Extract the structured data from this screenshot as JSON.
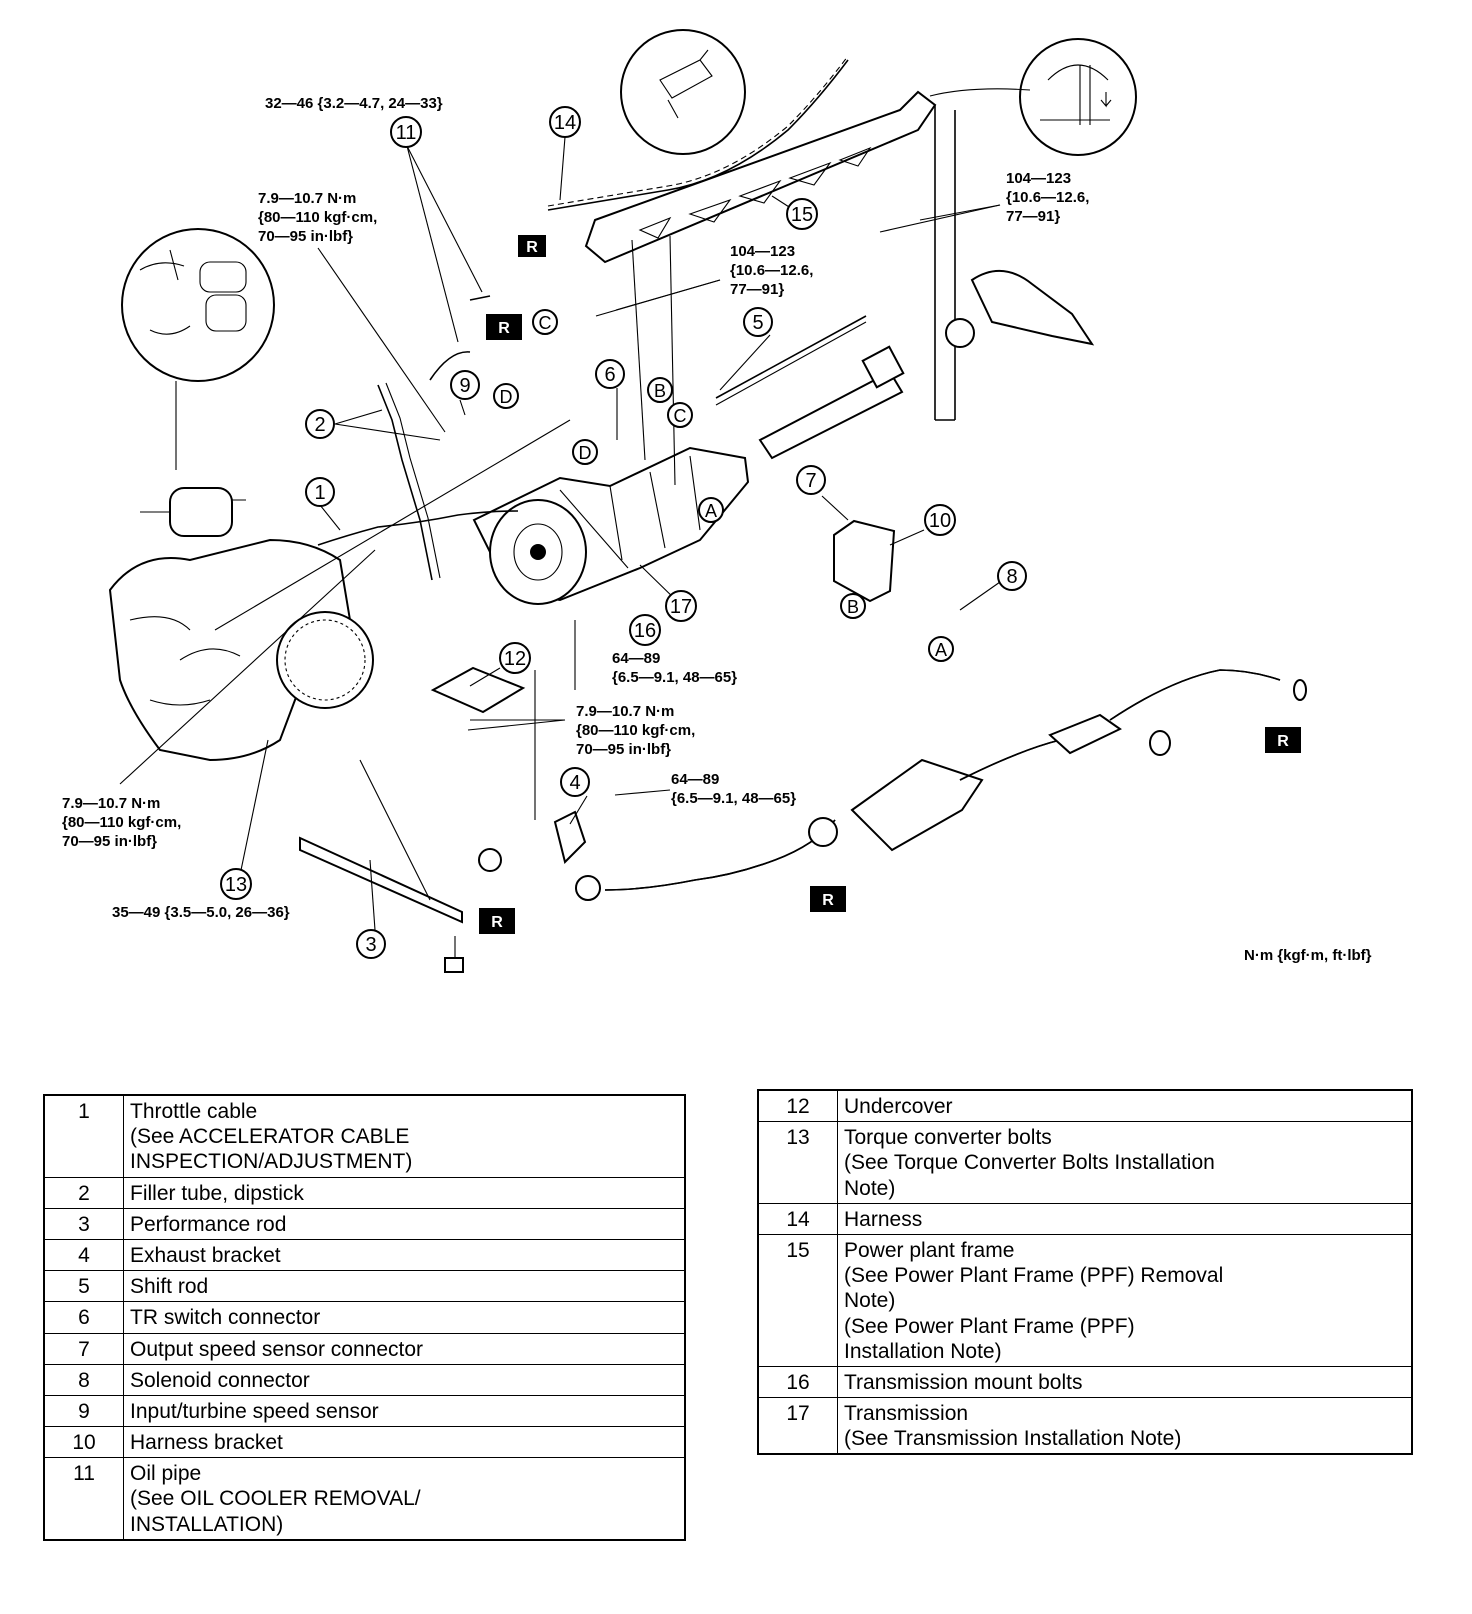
{
  "torque_specs": {
    "oil_pipe": "32—46 {3.2—4.7, 24—33}",
    "filler_tube_a": "7.9—10.7 N·m",
    "filler_tube_b": "{80—110 kgf·cm,",
    "filler_tube_c": "70—95 in·lbf}",
    "ppf_right_a": "104—123",
    "ppf_right_b": "{10.6—12.6,",
    "ppf_right_c": "77—91}",
    "ppf_center_a": "104—123",
    "ppf_center_b": "{10.6—12.6,",
    "ppf_center_c": "77—91}",
    "mount_a": "64—89",
    "mount_b": "{6.5—9.1, 48—65}",
    "undercover_a": "7.9—10.7 N·m",
    "undercover_b": "{80—110 kgf·cm,",
    "undercover_c": "70—95 in·lbf}",
    "exhaust_a": "64—89",
    "exhaust_b": "{6.5—9.1, 48—65}",
    "converter_cover_a": "7.9—10.7 N·m",
    "converter_cover_b": "{80—110 kgf·cm,",
    "converter_cover_c": "70—95 in·lbf}",
    "converter_bolts": "35—49 {3.5—5.0, 26—36}"
  },
  "units_note": "N·m {kgf·m, ft·lbf}",
  "replace_mark": "R",
  "callouts": [
    "1",
    "2",
    "3",
    "4",
    "5",
    "6",
    "7",
    "8",
    "9",
    "10",
    "11",
    "12",
    "13",
    "14",
    "15",
    "16",
    "17"
  ],
  "reference_letters": {
    "a": "A",
    "b": "B",
    "c": "C",
    "d": "D"
  },
  "legend_left": [
    {
      "num": "1",
      "desc": "Throttle cable\n(See ACCELERATOR CABLE\nINSPECTION/ADJUSTMENT)"
    },
    {
      "num": "2",
      "desc": "Filler tube, dipstick"
    },
    {
      "num": "3",
      "desc": "Performance rod"
    },
    {
      "num": "4",
      "desc": "Exhaust bracket"
    },
    {
      "num": "5",
      "desc": "Shift rod"
    },
    {
      "num": "6",
      "desc": "TR switch connector"
    },
    {
      "num": "7",
      "desc": "Output speed sensor connector"
    },
    {
      "num": "8",
      "desc": "Solenoid connector"
    },
    {
      "num": "9",
      "desc": "Input/turbine speed sensor"
    },
    {
      "num": "10",
      "desc": "Harness bracket"
    },
    {
      "num": "11",
      "desc": "Oil pipe\n(See OIL COOLER REMOVAL/\nINSTALLATION)"
    }
  ],
  "legend_right": [
    {
      "num": "12",
      "desc": "Undercover"
    },
    {
      "num": "13",
      "desc": "Torque converter bolts\n(See Torque Converter Bolts Installation\nNote)"
    },
    {
      "num": "14",
      "desc": "Harness"
    },
    {
      "num": "15",
      "desc": "Power plant frame\n(See Power Plant Frame (PPF) Removal\nNote)\n(See Power Plant Frame (PPF)\nInstallation Note)"
    },
    {
      "num": "16",
      "desc": "Transmission mount bolts"
    },
    {
      "num": "17",
      "desc": "Transmission\n(See Transmission Installation Note)"
    }
  ]
}
